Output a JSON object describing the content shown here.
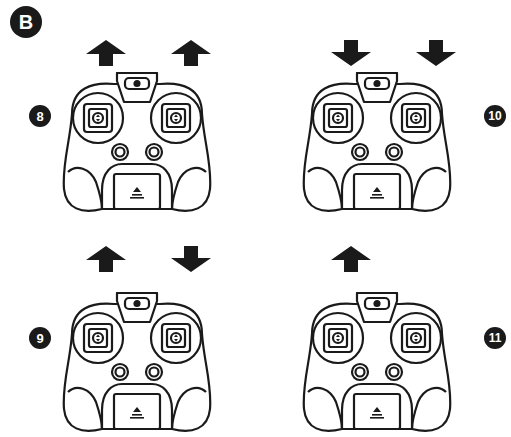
{
  "diagram": {
    "labels": [
      "B",
      "8",
      "10",
      "9",
      "11"
    ]
  }
}
